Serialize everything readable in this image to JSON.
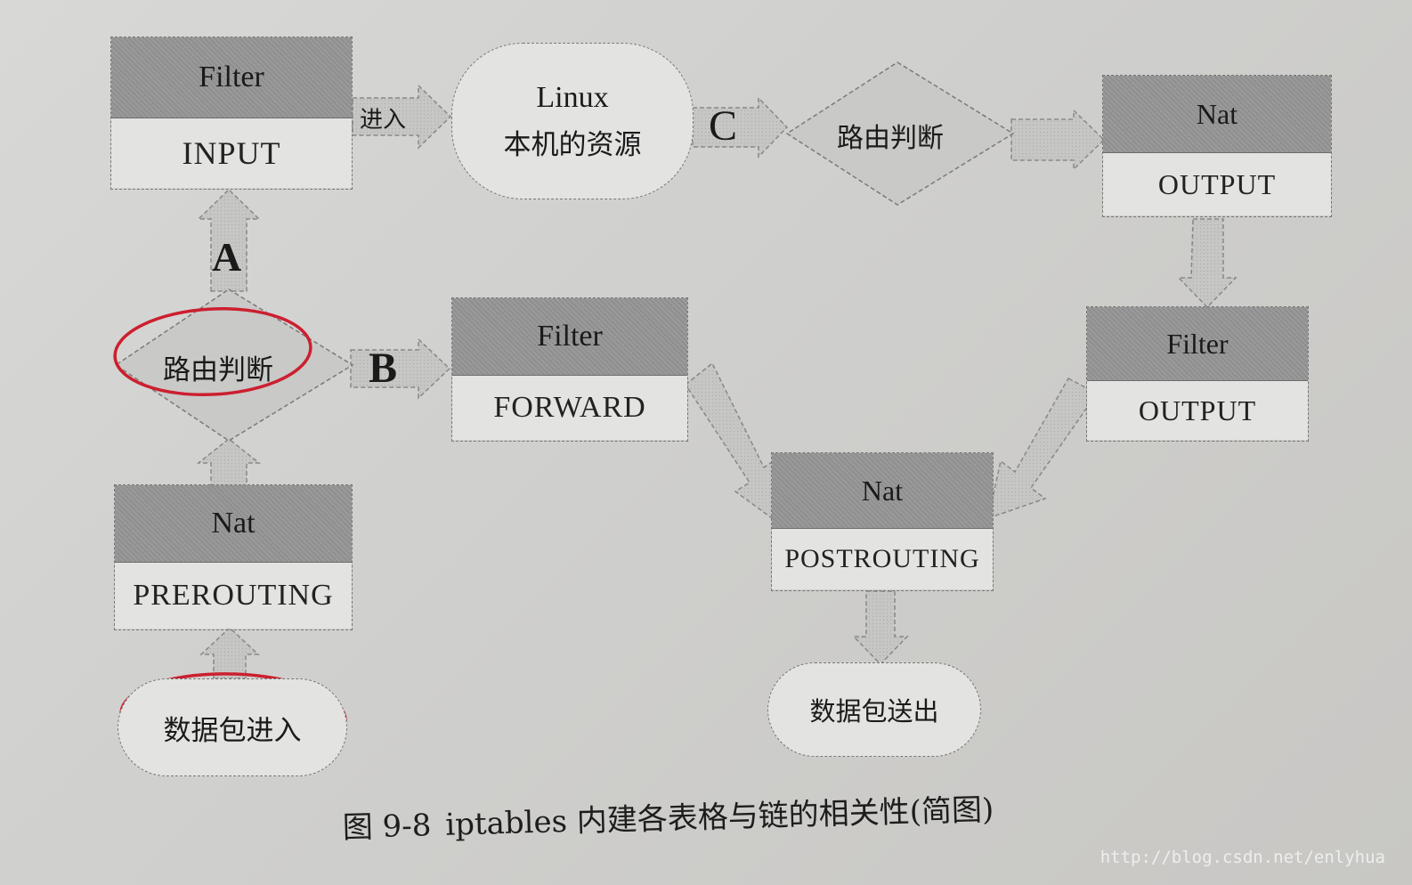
{
  "colors": {
    "box_header": "#939393",
    "box_body": "#e3e3e1",
    "arrow_fill": "#c2c2c0",
    "annotation_red": "#cc1f2f"
  },
  "boxes": {
    "filter_input": {
      "table": "Filter",
      "chain": "INPUT"
    },
    "nat_prerouting": {
      "table": "Nat",
      "chain": "PREROUTING"
    },
    "filter_forward": {
      "table": "Filter",
      "chain": "FORWARD"
    },
    "nat_output": {
      "table": "Nat",
      "chain": "OUTPUT"
    },
    "filter_output": {
      "table": "Filter",
      "chain": "OUTPUT"
    },
    "nat_postrouting": {
      "table": "Nat",
      "chain": "POSTROUTING"
    }
  },
  "nodes": {
    "local_resource_line1": "Linux",
    "local_resource_line2": "本机的资源",
    "packet_in": "数据包进入",
    "packet_out": "数据包送出",
    "routing_decision_1": "路由判断",
    "routing_decision_2": "路由判断"
  },
  "arrow_labels": {
    "enter": "进入",
    "a": "A",
    "b": "B",
    "c": "C"
  },
  "caption": {
    "figure_number": "图 9-8",
    "text": "iptables 内建各表格与链的相关性(简图)"
  },
  "watermark": "http://blog.csdn.net/enlyhua"
}
